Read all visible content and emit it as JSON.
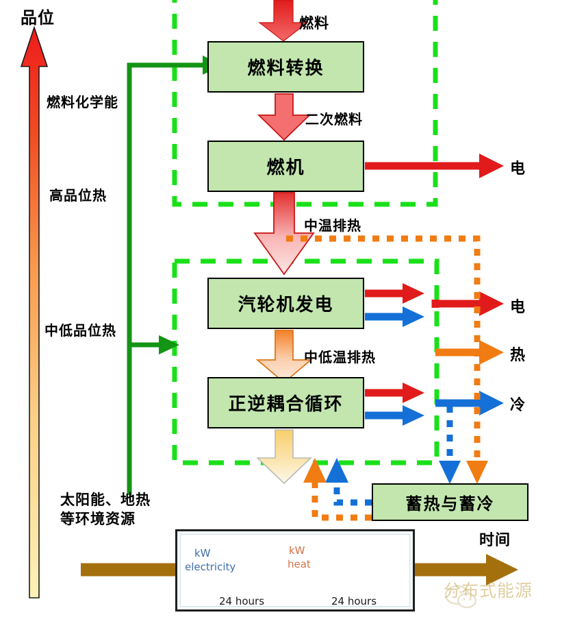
{
  "diagram": {
    "title_axis": "品位",
    "quality_scale": {
      "arrow_name": "quality-gradient-arrow",
      "top_color": "#ee1c1c",
      "bottom_color": "#fdf2b8",
      "labels": [
        {
          "id": "chem",
          "text": "燃料化学能"
        },
        {
          "id": "highq",
          "text": "高品位热"
        },
        {
          "id": "midlowq",
          "text": "中低品位热"
        }
      ]
    },
    "env_source_label": "太阳能、地热\n等环境资源",
    "env_source_line1": "太阳能、地热",
    "env_source_line2": "等环境资源",
    "boxes": [
      {
        "id": "fuel-conversion",
        "label": "燃料转换"
      },
      {
        "id": "gas-turbine",
        "label": "燃机"
      },
      {
        "id": "steam-turbine-power",
        "label": "汽轮机发电"
      },
      {
        "id": "forward-reverse-coupled-cycle",
        "label": "正逆耦合循环"
      },
      {
        "id": "heat-cold-storage",
        "label": "蓄热与蓄冷"
      }
    ],
    "flow_labels": {
      "fuel": "燃料",
      "secondary_fuel": "二次燃料",
      "medium_temp_waste_heat": "中温排热",
      "medium_low_temp_waste_heat": "中低温排热"
    },
    "outputs": [
      {
        "id": "electricity-top",
        "label": "电",
        "color": "#e11b1b"
      },
      {
        "id": "electricity-mid",
        "label": "电",
        "color": "#e11b1b"
      },
      {
        "id": "heat",
        "label": "热",
        "color": "#f07c13"
      },
      {
        "id": "cold",
        "label": "冷",
        "color": "#1470d6"
      }
    ],
    "time_axis_label": "时间",
    "colors": {
      "box_fill": "#c2e6ae",
      "box_border": "#000000",
      "dashed_boundary": "#19e019",
      "solid_green": "#149414",
      "red": "#e11b1b",
      "orange": "#f07c13",
      "blue": "#1470d6",
      "brown": "#a4700e",
      "gradient_arrow_mid": "#f7a04a"
    }
  },
  "load_panel": {
    "electricity": {
      "unit": "kW",
      "name": "electricity",
      "x_axis": "24 hours",
      "curve_color": "#2b2f7a"
    },
    "heat": {
      "unit": "kW",
      "name": "heat",
      "x_axis": "24 hours",
      "curve_color": "#d5724a"
    }
  },
  "watermark": {
    "text": "分布式能源",
    "icon": "wechat-icon"
  }
}
